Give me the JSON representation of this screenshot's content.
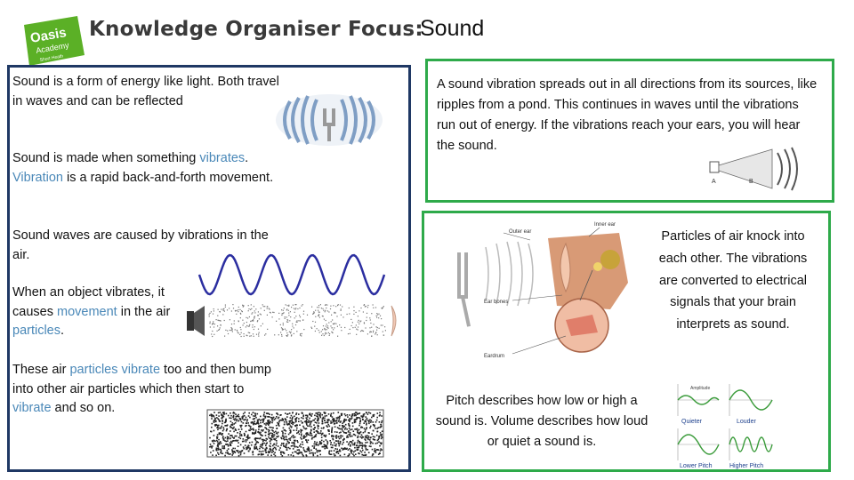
{
  "header": {
    "logo_text_1": "Oasis",
    "logo_text_2": "Academy",
    "logo_text_3": "Short Heath",
    "title": "Knowledge Organiser Focus:",
    "topic": "Sound"
  },
  "left": {
    "p1": "Sound is a form of energy like light.  Both travel in waves and can be reflected",
    "p2_a": "Sound is made when something ",
    "p2_b": "vibrates",
    "p2_c": ". ",
    "p2_d": "Vibration",
    "p2_e": " is a rapid back-and-forth movement.",
    "p3": "Sound waves are caused by vibrations in the air.",
    "p4_a": "When an object vibrates, it causes ",
    "p4_b": "movement",
    "p4_c": " in the air ",
    "p4_d": "particles",
    "p4_e": ".",
    "p5_a": "These air ",
    "p5_b": "particles vibrate",
    "p5_c": " too and then bump into other air particles which then start to ",
    "p5_d": "vibrate",
    "p5_e": " and so on."
  },
  "top_right": {
    "text": "A sound vibration spreads out in all directions from its sources, like ripples from a pond. This continues in waves until the vibrations run out of energy.  If the vibrations reach your ears, you will hear the sound.",
    "label_a": "A",
    "label_b": "B"
  },
  "bottom_right": {
    "particles_text": "Particles of air knock into each other. The vibrations are converted to electrical signals that your brain interprets as sound.",
    "pitch_text": "Pitch describes how low or high a sound is. Volume describes how loud or quiet a sound is.",
    "ear_labels": {
      "outer_ear": "Outer ear",
      "inner_ear": "Inner ear",
      "ear_bones": "Ear bones",
      "eardrum": "Eardrum"
    },
    "wave_labels": {
      "quieter": "Quieter",
      "louder": "Louder",
      "lower_pitch": "Lower Pitch",
      "higher_pitch": "Higher Pitch",
      "amplitude": "Amplitude"
    }
  },
  "colors": {
    "left_border": "#1f3864",
    "right_border": "#2eaa4a",
    "highlight": "#4a88b8",
    "logo_green": "#5bb026"
  }
}
